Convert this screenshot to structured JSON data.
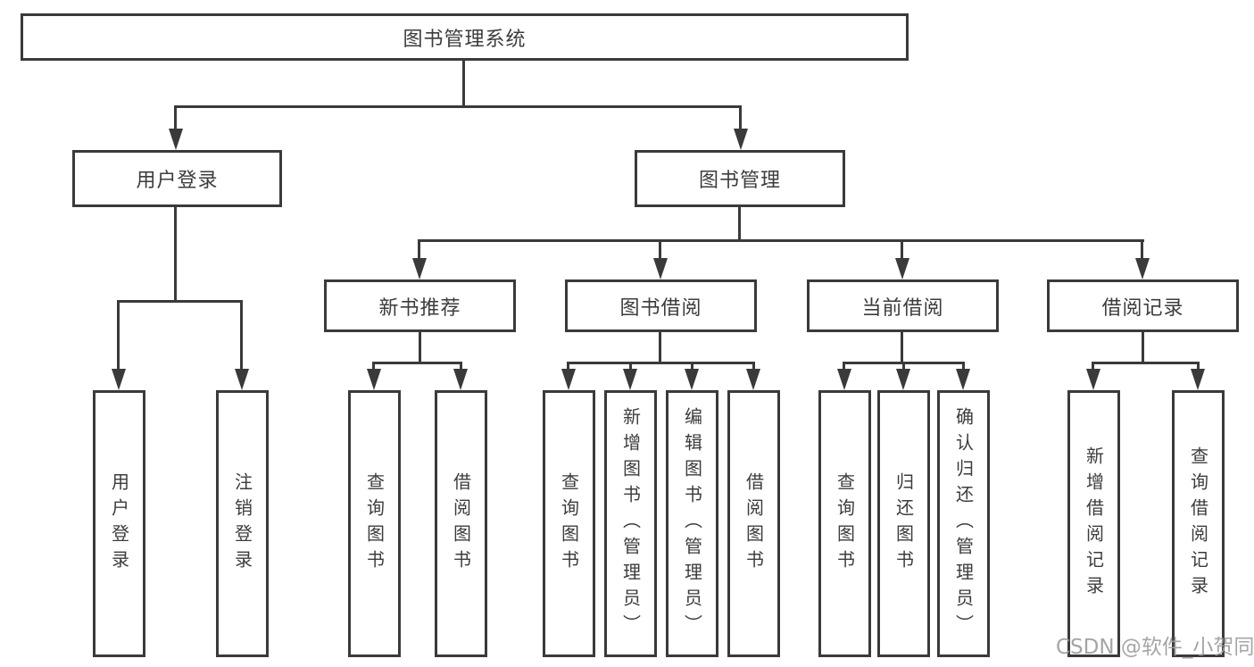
{
  "diagram": {
    "root": {
      "label": "图书管理系统"
    },
    "user_login": {
      "label": "用户登录",
      "children": [
        {
          "label": "用户登录"
        },
        {
          "label": "注销登录"
        }
      ]
    },
    "book_management": {
      "label": "图书管理",
      "children": {
        "new_book_recommend": {
          "label": "新书推荐",
          "children": [
            {
              "label": "查询图书"
            },
            {
              "label": "借阅图书"
            }
          ]
        },
        "book_borrow": {
          "label": "图书借阅",
          "children": [
            {
              "label": "查询图书"
            },
            {
              "label": "新增图书（管理员）"
            },
            {
              "label": "编辑图书（管理员）"
            },
            {
              "label": "借阅图书"
            }
          ]
        },
        "current_borrow": {
          "label": "当前借阅",
          "children": [
            {
              "label": "查询图书"
            },
            {
              "label": "归还图书"
            },
            {
              "label": "确认归还（管理员）"
            }
          ]
        },
        "borrow_records": {
          "label": "借阅记录",
          "children": [
            {
              "label": "新增借阅记录"
            },
            {
              "label": "查询借阅记录"
            }
          ]
        }
      }
    }
  },
  "watermark": {
    "text": "CSDN @软件_小贺同学"
  },
  "colors": {
    "line": "#3a3a3a",
    "text": "#3c3c3c",
    "watermark": "#9e9e9e",
    "background": "#ffffff"
  }
}
